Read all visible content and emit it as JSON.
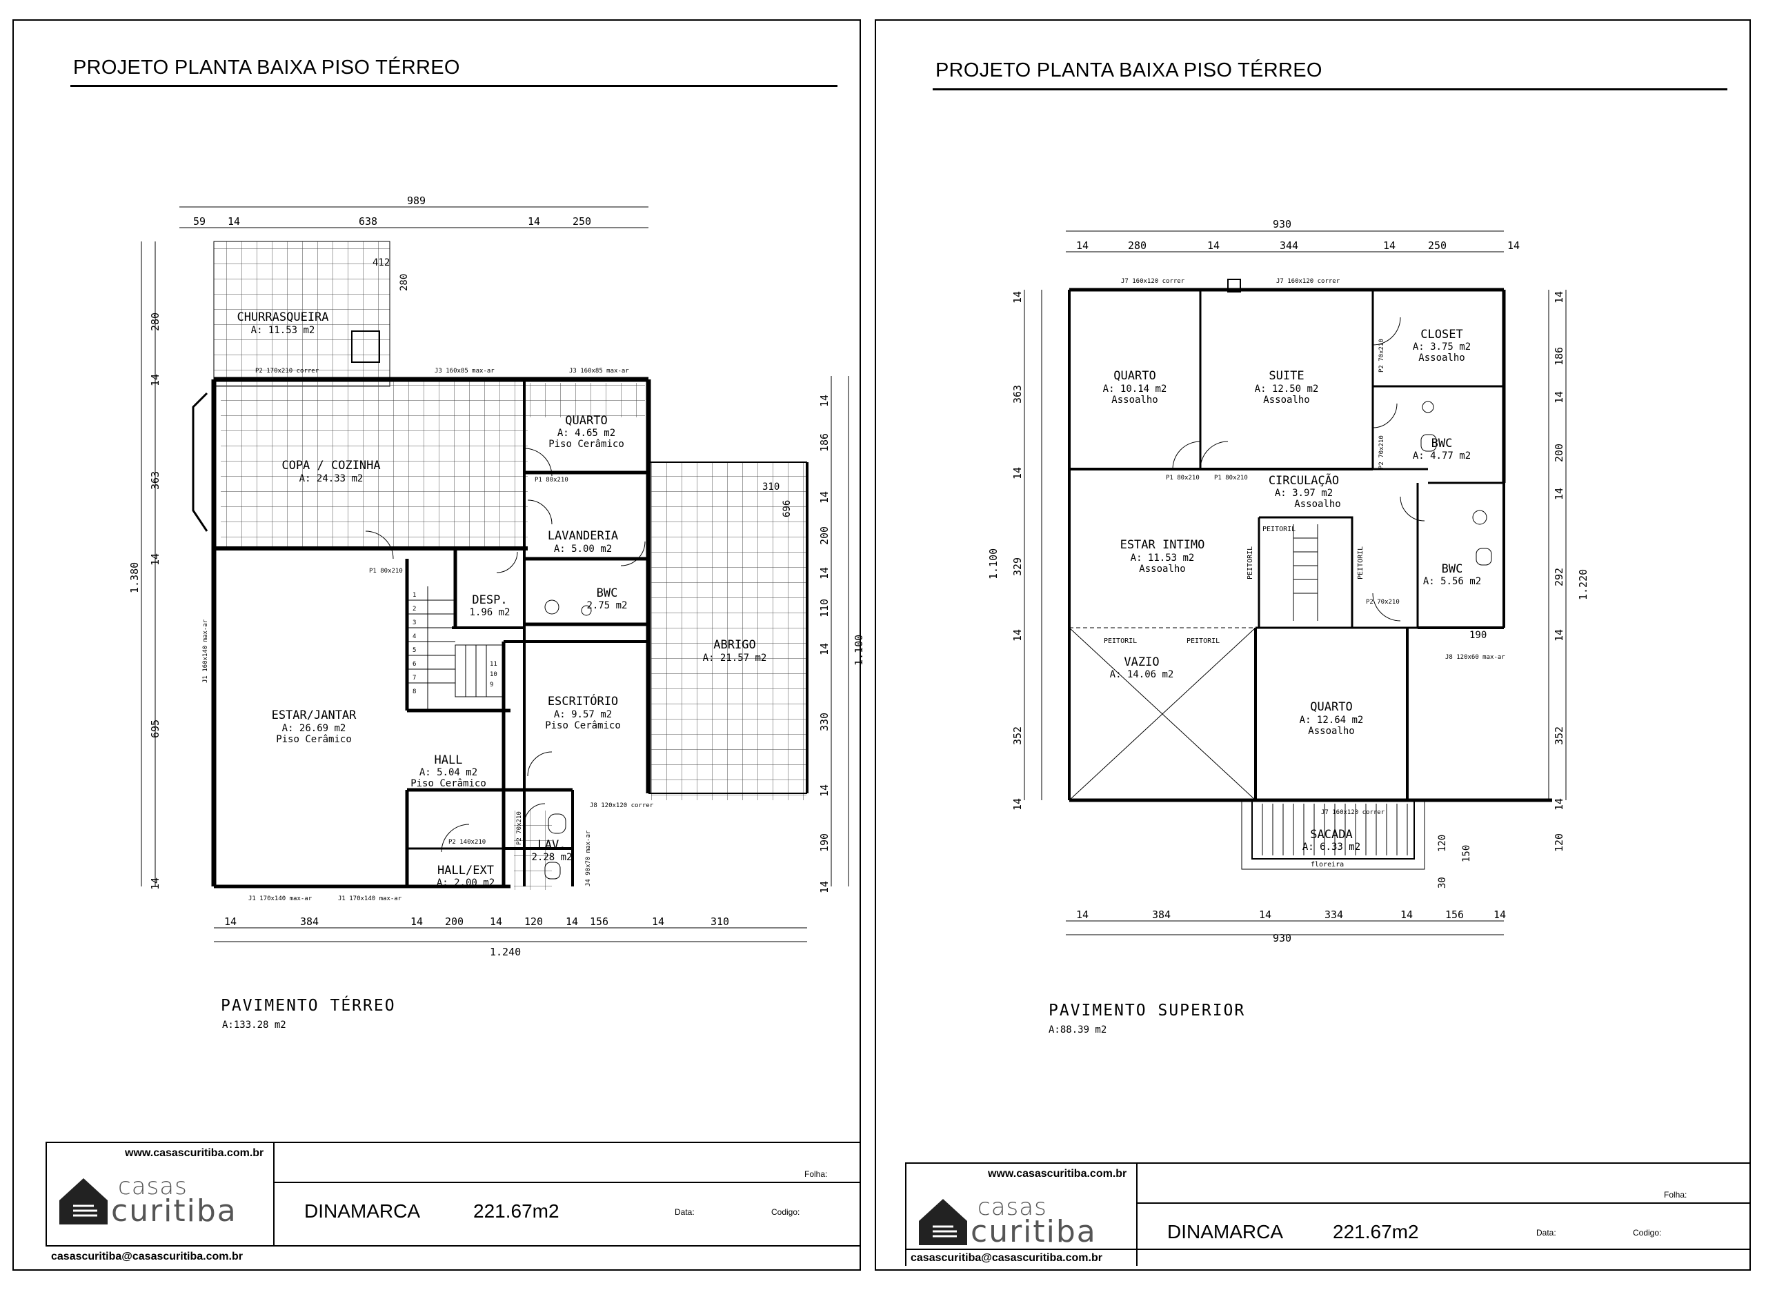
{
  "sheets": [
    {
      "title": "PROJETO PLANTA BAIXA PISO TÉRREO",
      "plan_name": "PAVIMENTO TÉRREO",
      "plan_area": "A:133.28 m2",
      "rooms": [
        {
          "name": "CHURRASQUEIRA",
          "area": "A: 11.53 m2",
          "finish": ""
        },
        {
          "name": "COPA / COZINHA",
          "area": "A: 24.33 m2",
          "finish": ""
        },
        {
          "name": "QUARTO",
          "area": "A: 4.65 m2",
          "finish": "Piso Cerâmico"
        },
        {
          "name": "LAVANDERIA",
          "area": "A: 5.00 m2",
          "finish": ""
        },
        {
          "name": "DESP.",
          "area": "1.96 m2",
          "finish": ""
        },
        {
          "name": "BWC",
          "area": "2.75 m2",
          "finish": ""
        },
        {
          "name": "ABRIGO",
          "area": "A: 21.57 m2",
          "finish": ""
        },
        {
          "name": "ESTAR/JANTAR",
          "area": "A: 26.69 m2",
          "finish": "Piso Cerâmico"
        },
        {
          "name": "ESCRITÓRIO",
          "area": "A: 9.57 m2",
          "finish": "Piso Cerâmico"
        },
        {
          "name": "HALL",
          "area": "A: 5.04 m2",
          "finish": "Piso Cerâmico"
        },
        {
          "name": "LAV.",
          "area": "2.28 m2",
          "finish": ""
        },
        {
          "name": "HALL/EXT",
          "area": "A: 2.00 m2",
          "finish": ""
        }
      ],
      "dims_top": [
        "989",
        "59",
        "14",
        "638",
        "14",
        "250"
      ],
      "dims_bottom": [
        "14",
        "384",
        "14",
        "200",
        "14",
        "120",
        "14",
        "156",
        "14",
        "310",
        "1.240"
      ],
      "dims_left": [
        "280",
        "14",
        "363",
        "14",
        "695",
        "14",
        "1.380"
      ],
      "dims_right": [
        "14",
        "186",
        "14",
        "200",
        "14",
        "110",
        "14",
        "330",
        "14",
        "190",
        "14",
        "1.100"
      ],
      "small_labels": [
        "412",
        "280",
        "310",
        "696"
      ],
      "openings": [
        "J3 160x85 max-ar",
        "J3 160x85 max-ar",
        "P2 170x210 correr",
        "P1 80x210",
        "P1 80x210",
        "J8 120x120 correr",
        "J1 170x140 max-ar",
        "J1 170x140 max-ar",
        "J1 160x140 max-ar",
        "P2 140x210",
        "P2 70x210",
        "J4 90x70 max-ar"
      ],
      "stair_steps": [
        "1",
        "2",
        "3",
        "4",
        "5",
        "6",
        "7",
        "8",
        "9",
        "10",
        "11"
      ]
    },
    {
      "title": "PROJETO PLANTA BAIXA PISO TÉRREO",
      "plan_name": "PAVIMENTO SUPERIOR",
      "plan_area": "A:88.39 m2",
      "rooms": [
        {
          "name": "QUARTO",
          "area": "A: 10.14 m2",
          "finish": "Assoalho"
        },
        {
          "name": "SUITE",
          "area": "A: 12.50 m2",
          "finish": "Assoalho"
        },
        {
          "name": "CLOSET",
          "area": "A: 3.75 m2",
          "finish": "Assoalho"
        },
        {
          "name": "BWC",
          "area": "A: 4.77 m2",
          "finish": ""
        },
        {
          "name": "CIRCULAÇÃO",
          "area": "A: 3.97 m2",
          "finish": "Assoalho"
        },
        {
          "name": "ESTAR INTIMO",
          "area": "A: 11.53 m2",
          "finish": "Assoalho"
        },
        {
          "name": "BWC",
          "area": "A: 5.56 m2",
          "finish": ""
        },
        {
          "name": "VAZIO",
          "area": "A: 14.06 m2",
          "finish": ""
        },
        {
          "name": "QUARTO",
          "area": "A: 12.64 m2",
          "finish": "Assoalho"
        },
        {
          "name": "SACADA",
          "area": "A: 6.33 m2",
          "finish": ""
        }
      ],
      "dims_top": [
        "930",
        "14",
        "280",
        "14",
        "344",
        "14",
        "250",
        "14"
      ],
      "dims_bottom": [
        "14",
        "384",
        "14",
        "334",
        "14",
        "156",
        "14",
        "930"
      ],
      "dims_left": [
        "14",
        "363",
        "14",
        "329",
        "14",
        "352",
        "14",
        "1.100"
      ],
      "dims_right": [
        "14",
        "186",
        "14",
        "200",
        "14",
        "292",
        "14",
        "352",
        "14",
        "120",
        "1.220"
      ],
      "small_labels": [
        "190",
        "120",
        "150",
        "30"
      ],
      "extra_labels": [
        "PEITORIL",
        "PEITORIL",
        "PEITORIL",
        "PEITORIL",
        "PEITORIL",
        "floreira"
      ],
      "openings": [
        "J7 160x120 correr",
        "J7 160x120 correr",
        "P1 80x210",
        "P1 80x210",
        "P2 70x210",
        "P2 70x210",
        "P2 70x210",
        "J8 120x60 max-ar",
        "J7 160x120 correr"
      ]
    }
  ],
  "title_block": {
    "site": "www.casascuritiba.com.br",
    "email": "casascuritiba@casascuritiba.com.br",
    "brand_top": "casas",
    "brand_bottom": "curitiba",
    "project_name": "DINAMARCA",
    "project_area": "221.67m2",
    "folha_label": "Folha:",
    "data_label": "Data:",
    "codigo_label": "Codigo:"
  }
}
